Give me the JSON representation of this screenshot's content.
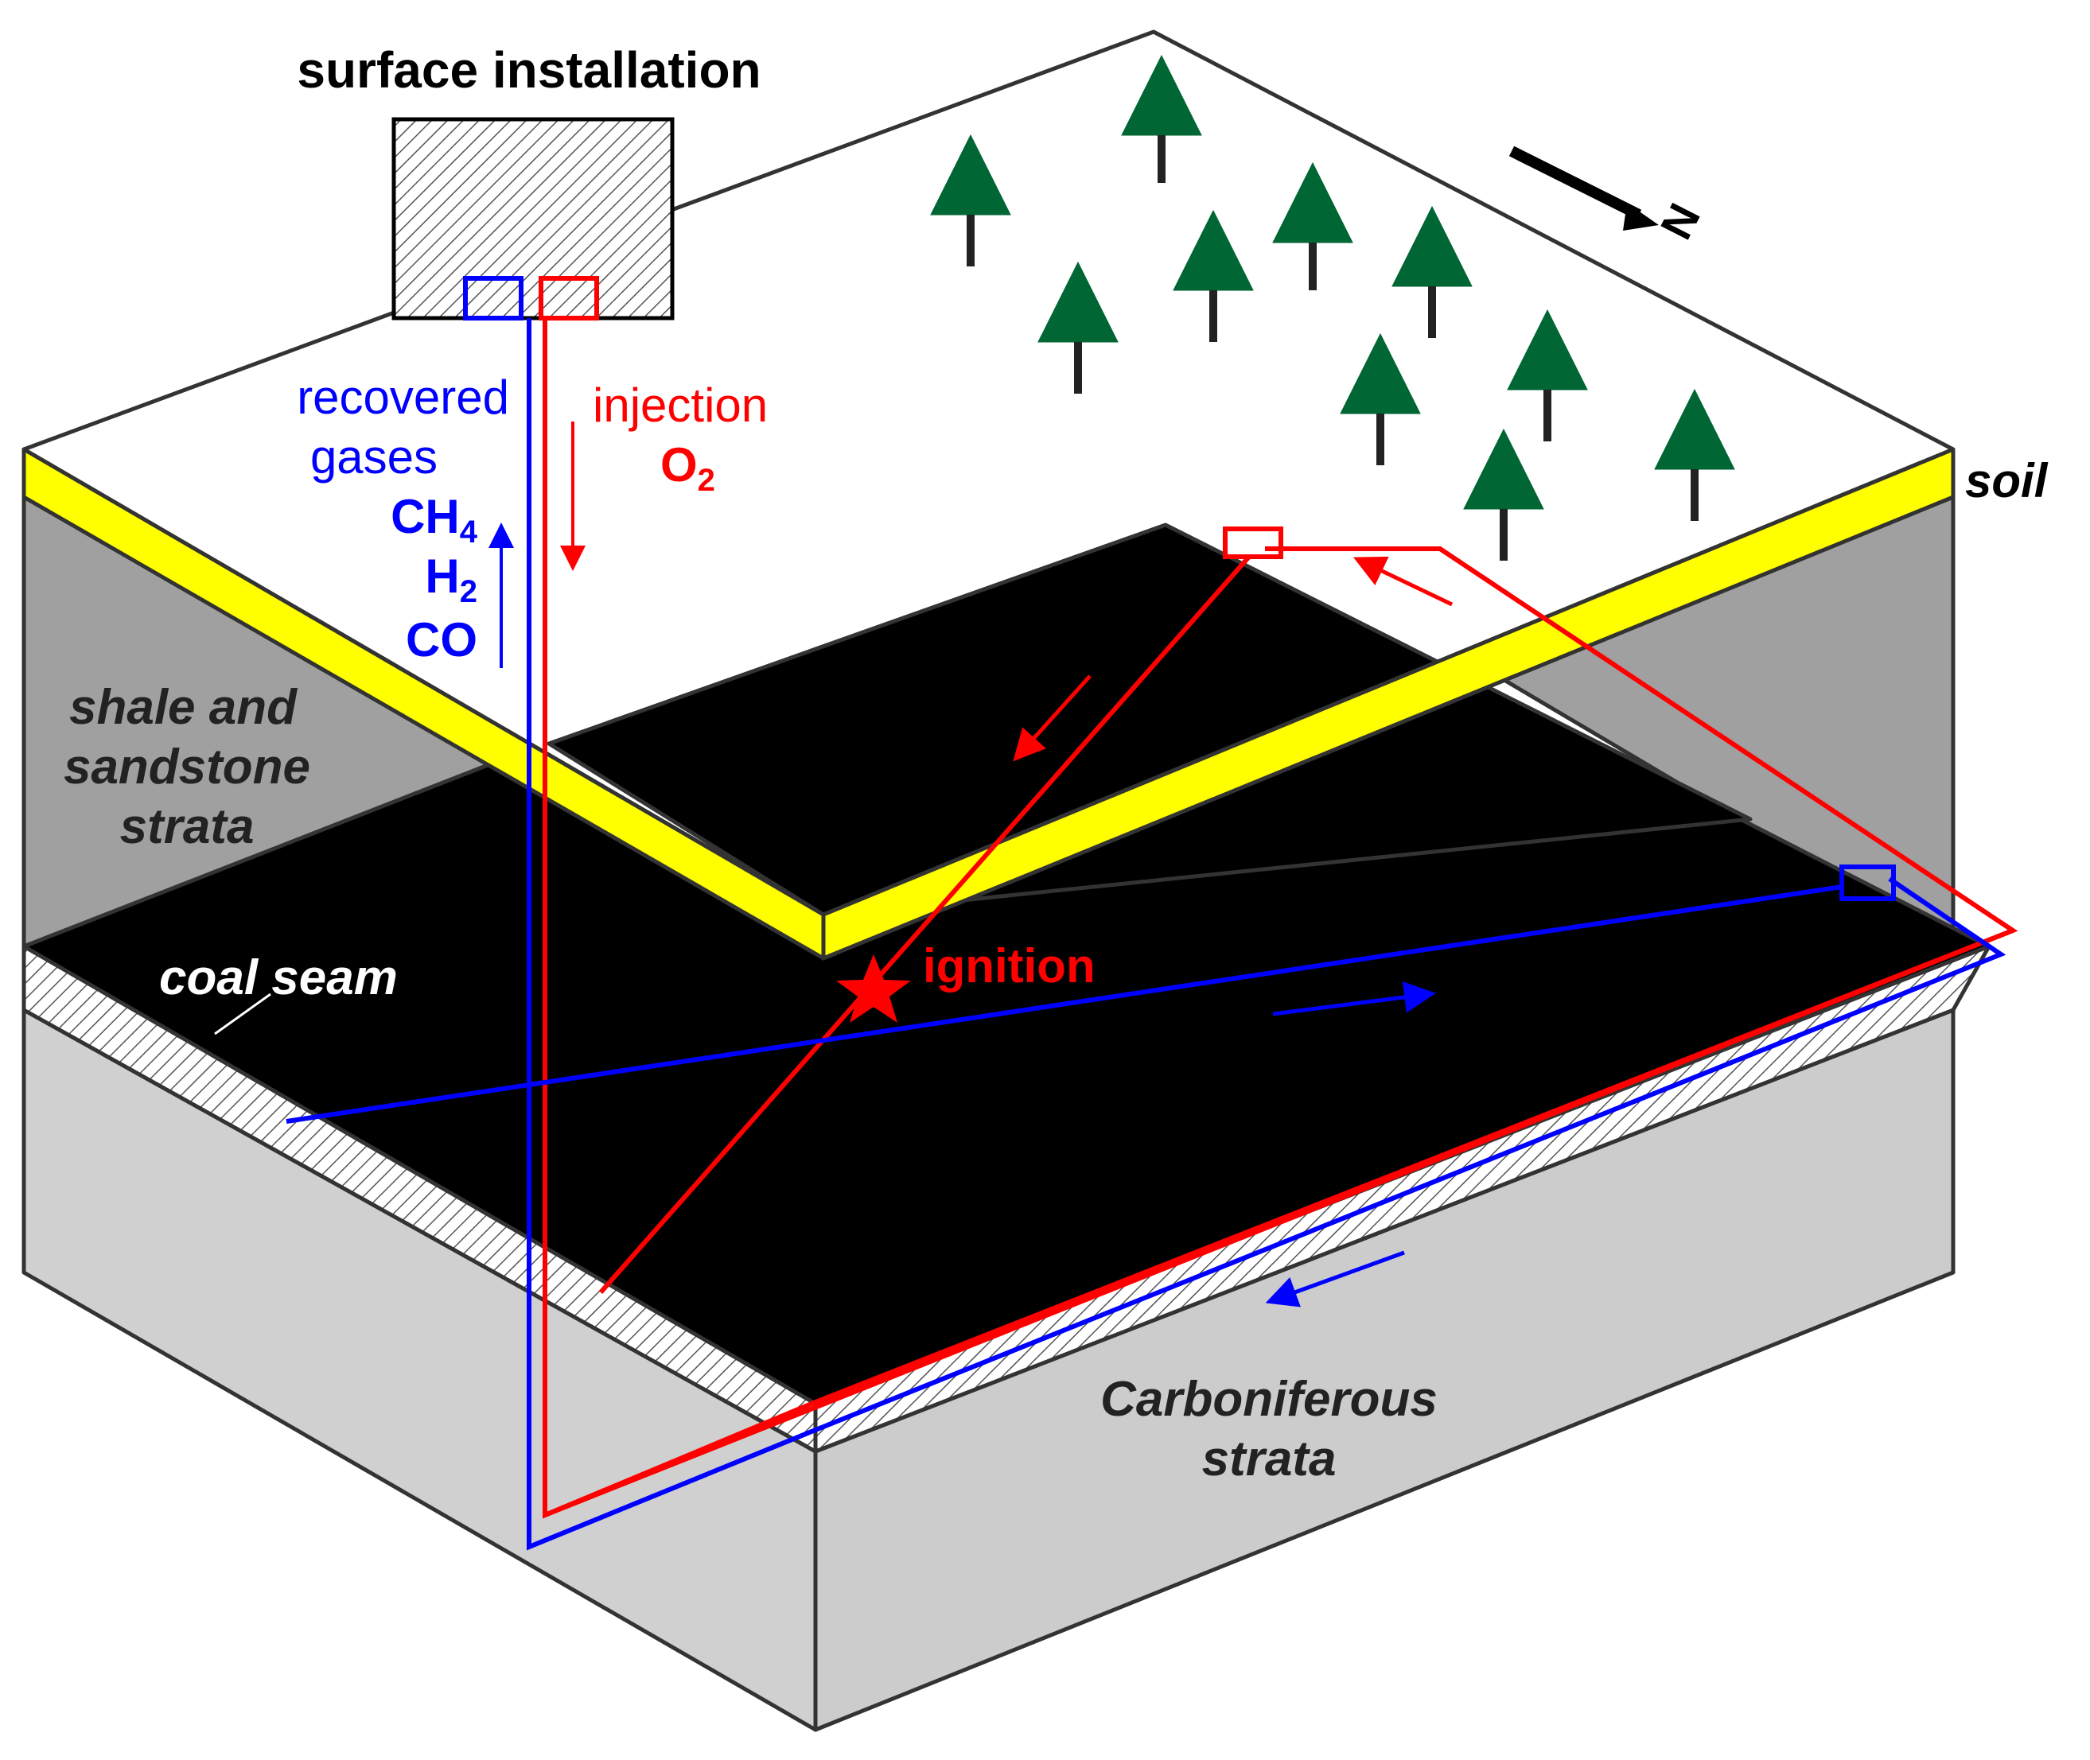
{
  "labels": {
    "surface_installation": "surface installation",
    "recovered_line1": "recovered",
    "recovered_line2": "gases",
    "gas_ch": "CH",
    "gas_ch_sub": "4",
    "gas_h": "H",
    "gas_h_sub": "2",
    "gas_co": "CO",
    "injection": "injection",
    "o": "O",
    "o_sub": "2",
    "soil": "soil",
    "shale_line1": "shale and",
    "shale_line2": "sandstone",
    "shale_line3": "strata",
    "coal_seam": "coal seam",
    "ignition": "ignition",
    "carboniferous_line1": "Carboniferous",
    "carboniferous_line2": "strata",
    "north": "N"
  },
  "colors": {
    "injection": "#ff0000",
    "recovery": "#0000ff",
    "soil": "#ffff00",
    "coal": "#000000",
    "trees": "#006633",
    "shale": "#a0a0a0",
    "carboniferous": "#d0d0d0"
  }
}
